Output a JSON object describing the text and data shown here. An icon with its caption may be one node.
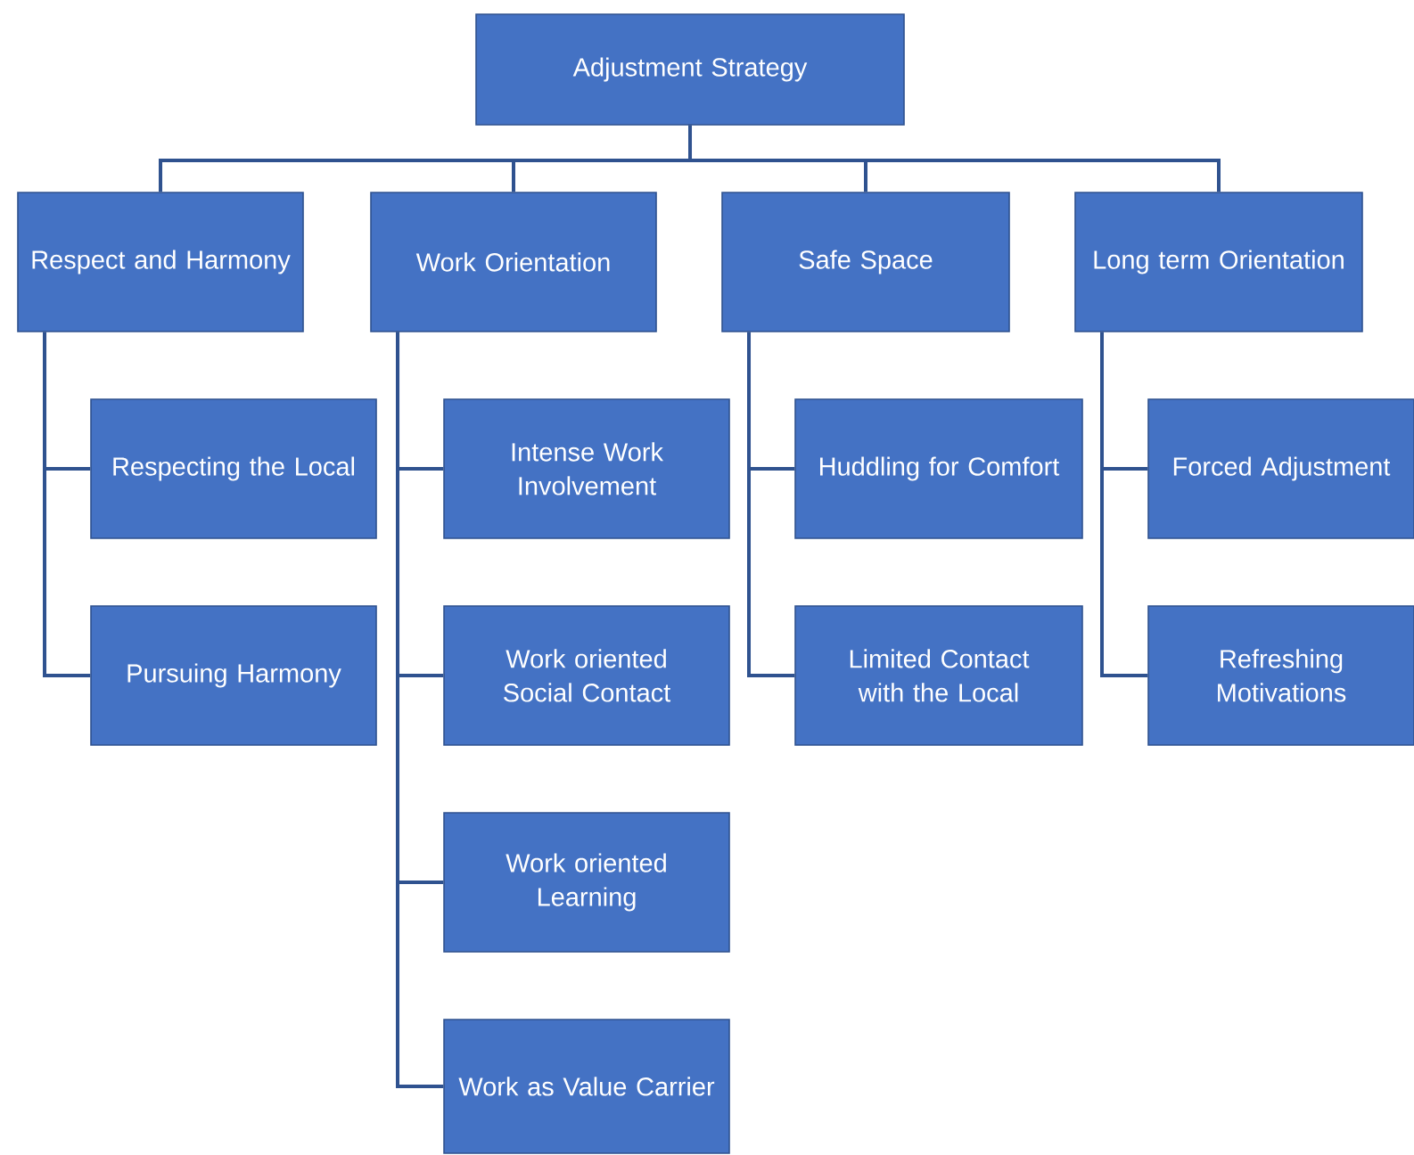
{
  "diagram": {
    "nodes": [
      {
        "text": [
          "Adjustment Strategy"
        ]
      },
      {
        "text": [
          "Respect and Harmony"
        ]
      },
      {
        "text": [
          "Respecting the Local"
        ]
      },
      {
        "text": [
          "Pursuing Harmony"
        ]
      },
      {
        "text": [
          "Work Orientation"
        ]
      },
      {
        "text": [
          "Intense Work Involvement"
        ]
      },
      {
        "text": [
          "Work oriented Social Contact"
        ]
      },
      {
        "text": [
          "Work oriented Learning"
        ]
      },
      {
        "text": [
          "Work as Value Carrier"
        ]
      },
      {
        "text": [
          "Safe Space"
        ]
      },
      {
        "text": [
          "Huddling for Comfort"
        ]
      },
      {
        "text": [
          "Limited Contact with the Local"
        ]
      },
      {
        "text": [
          "Long term Orientation"
        ]
      },
      {
        "text": [
          "Forced Adjustment"
        ]
      },
      {
        "text": [
          "Refreshing Motivations"
        ]
      }
    ],
    "edges": [
      {
        "from": 0,
        "to": 1,
        "arrow": "none"
      },
      {
        "from": 0,
        "to": 4,
        "arrow": "none"
      },
      {
        "from": 0,
        "to": 9,
        "arrow": "none"
      },
      {
        "from": 0,
        "to": 12,
        "arrow": "none"
      },
      {
        "from": 1,
        "to": 2,
        "arrow": "none"
      },
      {
        "from": 1,
        "to": 3,
        "arrow": "none"
      },
      {
        "from": 4,
        "to": 5,
        "arrow": "none"
      },
      {
        "from": 4,
        "to": 6,
        "arrow": "none"
      },
      {
        "from": 4,
        "to": 7,
        "arrow": "none"
      },
      {
        "from": 4,
        "to": 8,
        "arrow": "none"
      },
      {
        "from": 9,
        "to": 10,
        "arrow": "none"
      },
      {
        "from": 9,
        "to": 11,
        "arrow": "none"
      },
      {
        "from": 12,
        "to": 13,
        "arrow": "none"
      },
      {
        "from": 12,
        "to": 14,
        "arrow": "none"
      }
    ]
  }
}
